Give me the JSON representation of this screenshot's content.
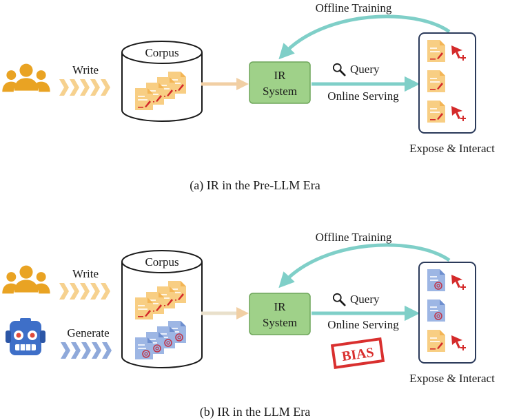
{
  "colors": {
    "user": "#E9A323",
    "write_chevron": "#F6D18F",
    "generate_chevron": "#8FA9DA",
    "cylinder_stroke": "#1a1a1a",
    "doc_orange": "#F8CE83",
    "doc_blue": "#9DB6E4",
    "ir_fill": "#9FD189",
    "ir_stroke": "#6EA65A",
    "teal_arrow": "#7FCFC8",
    "corpus_arrow": "#F1CFA4",
    "cursor_red": "#D42A2A",
    "bias_red": "#D9302F",
    "robot_blue": "#3E6FC8"
  },
  "icons": [
    "users-icon",
    "robot-icon",
    "document-icon",
    "llm-document-icon",
    "cursor-click-icon",
    "magnifier-icon"
  ],
  "panel_a": {
    "write_label": "Write",
    "corpus_label": "Corpus",
    "ir_line1": "IR",
    "ir_line2": "System",
    "query_label": "Query",
    "online_label": "Online Serving",
    "offline_label": "Offline Training",
    "expose_label": "Expose & Interact",
    "caption": "(a)  IR in the Pre-LLM Era"
  },
  "panel_b": {
    "write_label": "Write",
    "generate_label": "Generate",
    "corpus_label": "Corpus",
    "ir_line1": "IR",
    "ir_line2": "System",
    "query_label": "Query",
    "online_label": "Online Serving",
    "offline_label": "Offline Training",
    "expose_label": "Expose & Interact",
    "bias_label": "BIAS",
    "caption": "(b)  IR in the LLM Era"
  }
}
